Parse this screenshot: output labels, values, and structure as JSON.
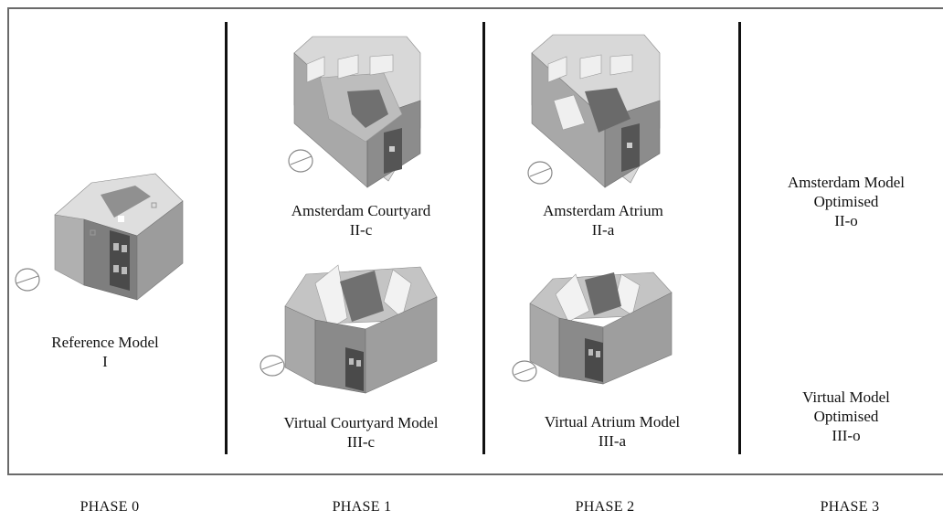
{
  "models": {
    "reference": {
      "name": "Reference Model",
      "code": "I"
    },
    "amsterdam_courtyard": {
      "name": "Amsterdam Courtyard",
      "code": "II-c"
    },
    "virtual_courtyard": {
      "name": "Virtual Courtyard Model",
      "code": "III-c"
    },
    "amsterdam_atrium": {
      "name": "Amsterdam Atrium",
      "code": "II-a"
    },
    "virtual_atrium": {
      "name": "Virtual Atrium Model",
      "code": "III-a"
    },
    "amsterdam_optimised": {
      "line1": "Amsterdam Model",
      "line2": "Optimised",
      "code": "II-o"
    },
    "virtual_optimised": {
      "line1": "Virtual Model",
      "line2": "Optimised",
      "code": "III-o"
    }
  },
  "phases": [
    "PHASE 0",
    "PHASE 1",
    "PHASE 2",
    "PHASE 3"
  ]
}
